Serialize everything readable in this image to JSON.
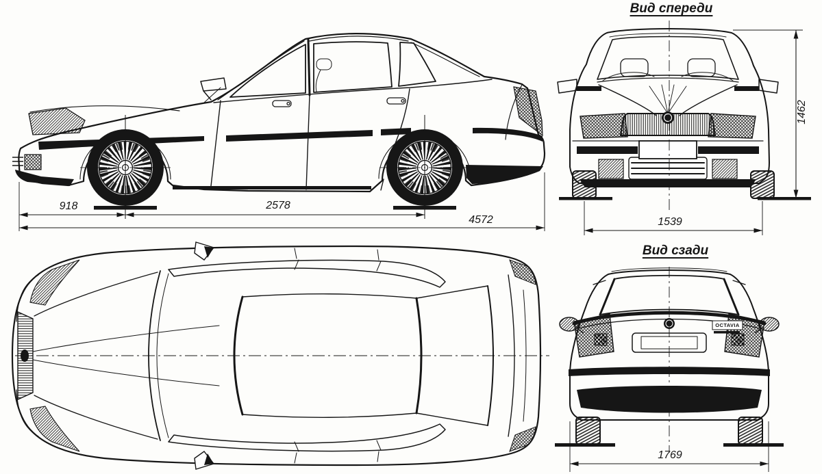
{
  "colors": {
    "ink": "#161616",
    "paper": "#fdfdfb"
  },
  "views": {
    "front": {
      "title": "Вид спереди"
    },
    "rear": {
      "title": "Вид сзади",
      "badge": "OCTAVIA"
    }
  },
  "dimensions": {
    "front_overhang_mm": "918",
    "wheelbase_mm": "2578",
    "overall_length_mm": "4572",
    "overall_height_mm": "1462",
    "front_track_mm": "1539",
    "overall_width_mm": "1769"
  }
}
